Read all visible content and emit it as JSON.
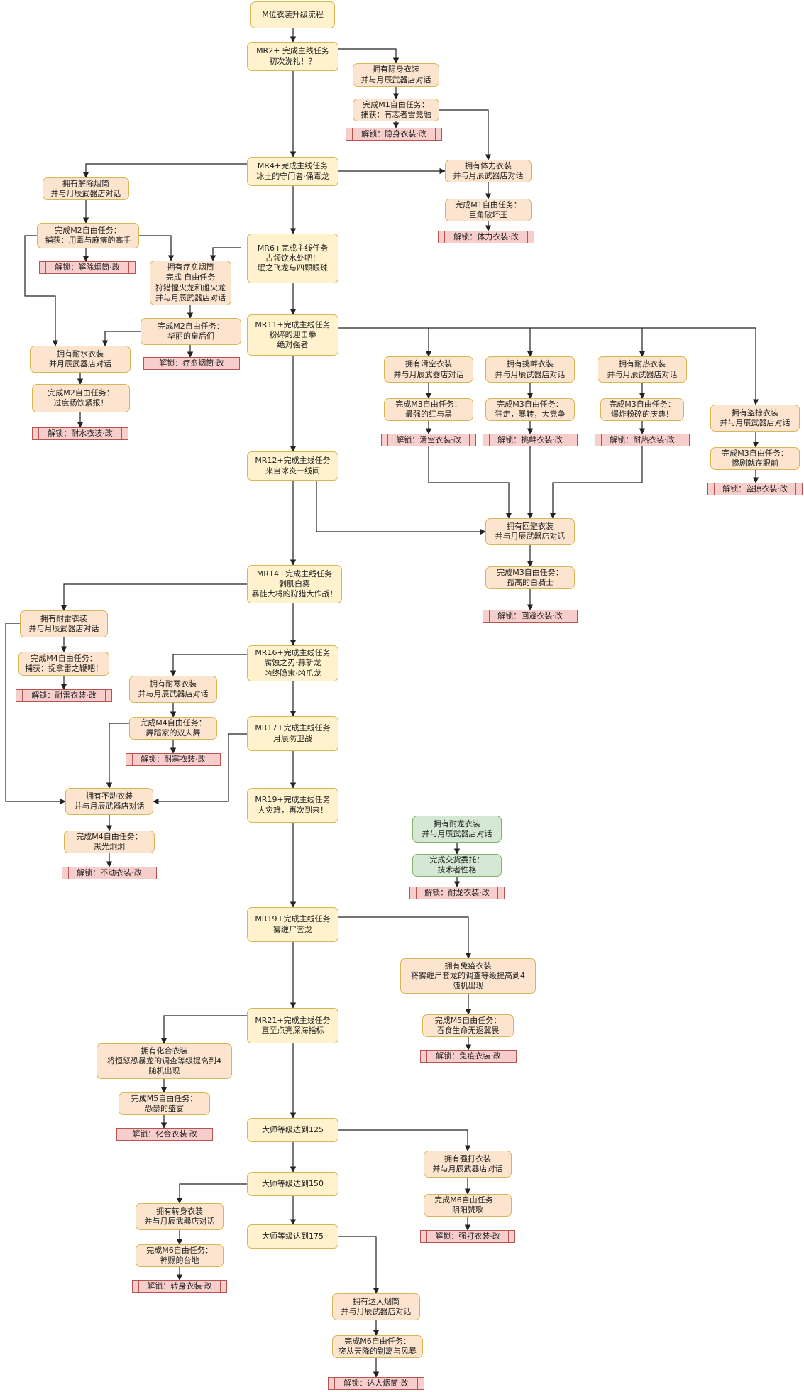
{
  "nodes": {
    "title": "M位衣装升级流程",
    "mr2": "MR2+ 完成主线任务\n初次洗礼！？",
    "mr4": "MR4+完成主线任务\n冰土的守门者·俑毒龙",
    "mr6": "MR6+完成主线任务\n占领饮水处吧！\n眠之飞龙与四颗眼珠",
    "mr11": "MR11+完成主线任务\n粉碎的迎击拳\n绝对强者",
    "mr12": "MR12+完成主线任务\n来自冰炎一线间",
    "mr14": "MR14+完成主线任务\n剥肌白雾\n暴徒大将的狩猎大作战！",
    "mr16": "MR16+完成主线任务\n腐蚀之刃·蒜斩龙\n凶终隐末·凶爪龙",
    "mr17": "MR17+完成主线任务\n月辰防卫战",
    "mr19a": "MR19+完成主线任务\n大灾难，再次到来！",
    "mr19b": "MR19+完成主线任务\n雾缠尸套龙",
    "mr21": "MR21+完成主线任务\n直至点亮深海指标",
    "hr125": "大师等级达到125",
    "hr150": "大师等级达到150",
    "hr175": "大师等级达到175",
    "stealth_own": "拥有隐身衣装\n并与月辰武器店对话",
    "stealth_q": "完成M1自由任务：\n捕获：有志者雪竟融",
    "stealth_u": "解锁：隐身衣装·改",
    "phys_own": "拥有体力衣装\n并与月辰武器店对话",
    "phys_q": "完成M1自由任务：\n巨角破坏王",
    "phys_u": "解锁：体力衣装·改",
    "disp_own": "拥有解除烟筒\n并与月辰武器店对话",
    "disp_q": "完成M2自由任务：\n捕获：用毒与麻痹的高手",
    "disp_u": "解锁：解除烟筒·改",
    "heal_own": "拥有疗愈烟筒\n完成 自由任务\n狩猎惺火龙和雌火龙\n并与月辰武器店对话",
    "heal_q": "完成M2自由任务：\n华丽的皇后们",
    "heal_u": "解锁：疗愈烟筒·改",
    "water_own": "拥有耐水衣装\n并月辰武器店对话",
    "water_q": "完成M2自由任务：\n过度畅饮紧报！",
    "water_u": "解锁：耐水衣装·改",
    "glide_own": "拥有滑空衣装\n并与月辰武器店对话",
    "glide_q": "完成M3自由任务：\n最强的红与黑",
    "glide_u": "解锁：滑空衣装·改",
    "prov_own": "拥有挑衅衣装\n并与月辰武器店对话",
    "prov_q": "完成M3自由任务：\n狂走，暴转，大竞争",
    "prov_u": "解锁：挑衅衣装·改",
    "heat_own": "拥有耐热衣装\n并与月辰武器店对话",
    "heat_q": "完成M3自由任务：\n爆炸粉碎的庆典！",
    "heat_u": "解锁：耐热衣装·改",
    "thief_own": "拥有盗掠衣装\n并与月辰武器店对话",
    "thief_q": "完成M3自由任务：\n惨剧就在眼前",
    "thief_u": "解锁：盗掠衣装·改",
    "evade_own": "拥有回避衣装\n并与月辰武器店对话",
    "evade_q": "完成M3自由任务：\n孤高的白骑士",
    "evade_u": "解锁：回避衣装·改",
    "thunder_own": "拥有耐雷衣装\n并与月辰武器店对话",
    "thunder_q": "完成M4自由任务：\n捕获：捉拿雷之鞭吧！",
    "thunder_u": "解锁：耐雷衣装·改",
    "cold_own": "拥有耐寒衣装\n并与月辰武器店对话",
    "cold_q": "完成M4自由任务：\n舞蹈家的双人舞",
    "cold_u": "解锁：耐寒衣装·改",
    "still_own": "拥有不动衣装\n并与月辰武器店对话",
    "still_q": "完成M4自由任务：\n黑光炯炯",
    "still_u": "解锁：不动衣装·改",
    "dragon_own": "拥有耐龙衣装\n并与月辰武器店对话",
    "dragon_q": "完成交货委托：\n技术者性格",
    "dragon_u": "解锁：耐龙衣装·改",
    "immune_own": "拥有免疫衣装\n将雾缠尸套龙的调查等级提高到4\n随机出现",
    "immune_q": "完成M5自由任务：\n吞食生命无返冀畏",
    "immune_u": "解锁：免疫衣装·改",
    "fusion_own": "拥有化合衣装\n将恒怒恐暴龙的调查等级提高到4\n随机出现",
    "fusion_q": "完成M5自由任务：\n恐暴的盛宴",
    "fusion_u": "解锁：化合衣装·改",
    "strike_own": "拥有强打衣装\n并与月辰武器店对话",
    "strike_q": "完成M6自由任务：\n阴阳赞歌",
    "strike_u": "解锁：强打衣装·改",
    "turn_own": "拥有转身衣装\n并与月辰武器店对话",
    "turn_q": "完成M6自由任务：\n神赐的台地",
    "turn_u": "解锁：转身衣装·改",
    "master_own": "拥有达人烟筒\n并与月辰武器店对话",
    "master_q": "完成M6自由任务：\n突从天降的别离与风暴",
    "master_u": "解锁：达人烟筒·改"
  }
}
